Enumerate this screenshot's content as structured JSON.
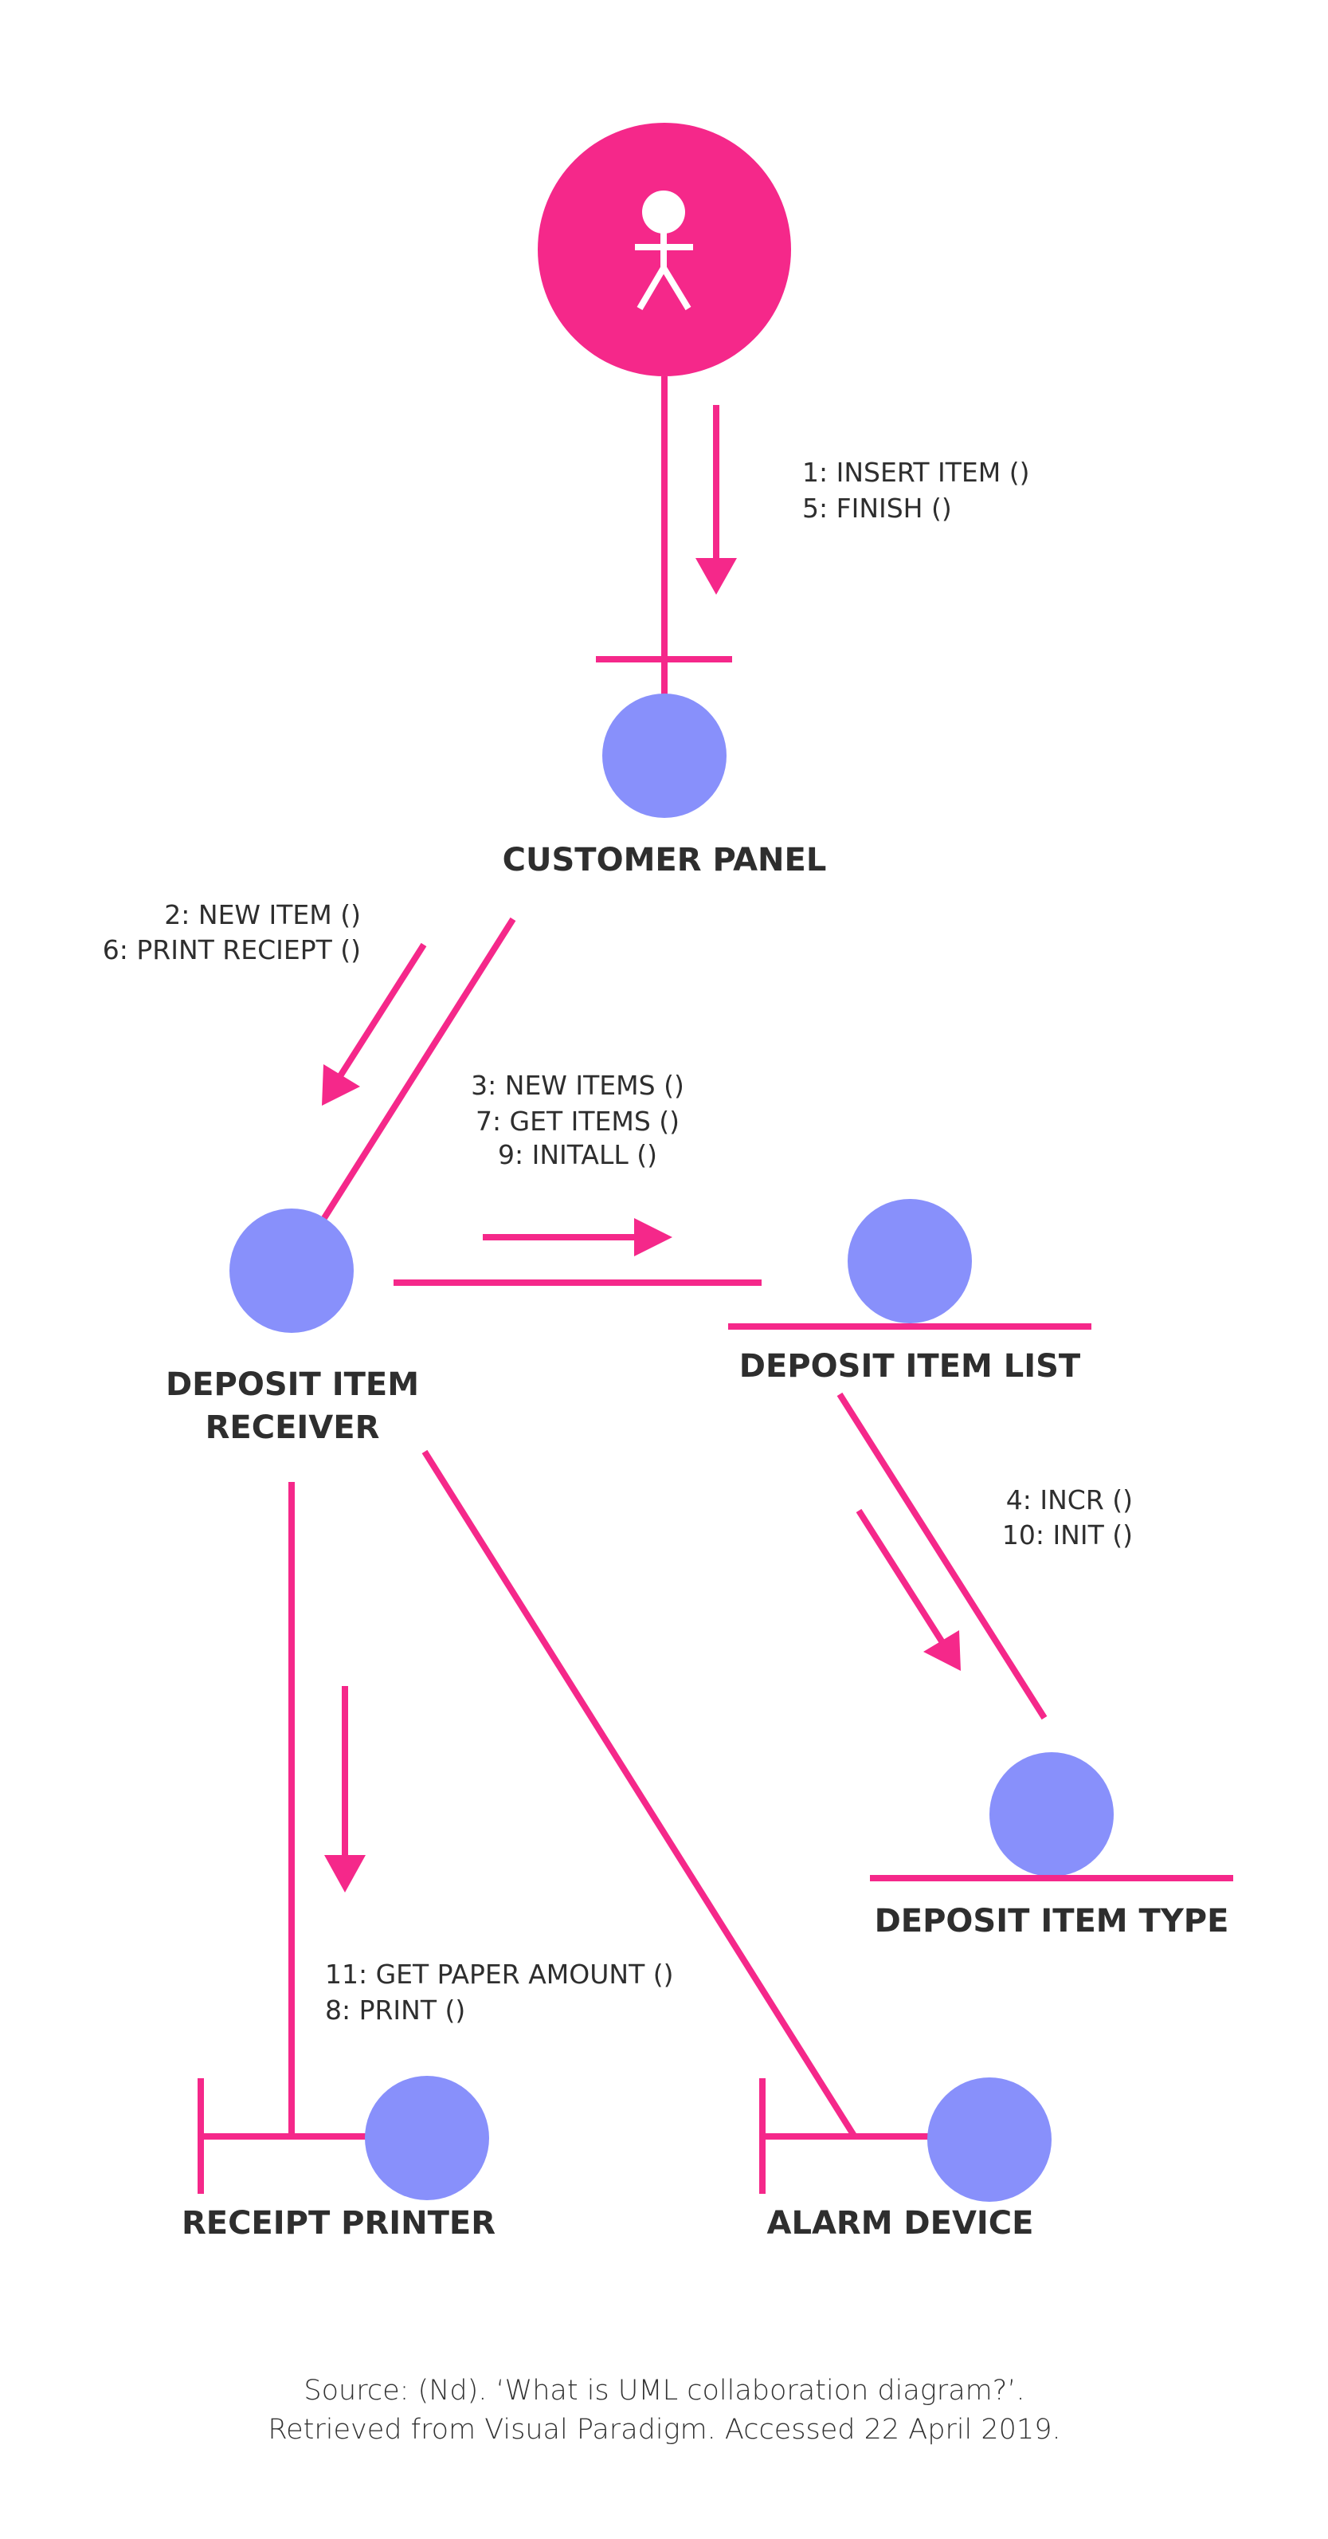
{
  "diagram": {
    "type": "UML collaboration diagram",
    "colors": {
      "link": "#f5288a",
      "actor": "#f5288a",
      "object": "#8890fb",
      "text": "#2e2e2e"
    },
    "actor": {
      "icon": "stick-figure-icon"
    },
    "objects": {
      "customer_panel": "CUSTOMER PANEL",
      "deposit_item_receiver": [
        "DEPOSIT ITEM",
        "RECEIVER"
      ],
      "deposit_item_list": "DEPOSIT ITEM LIST",
      "deposit_item_type": "DEPOSIT ITEM TYPE",
      "receipt_printer": "RECEIPT PRINTER",
      "alarm_device": "ALARM DEVICE"
    },
    "messages": {
      "actor_to_panel": [
        "1: INSERT ITEM ()",
        "5: FINISH ()"
      ],
      "panel_to_receiver": [
        "2: NEW ITEM ()",
        "6: PRINT RECIEPT ()"
      ],
      "receiver_to_list": [
        "3: NEW ITEMS ()",
        "7: GET ITEMS ()",
        "9: INITALL ()"
      ],
      "list_to_type": [
        "4: INCR ()",
        "10: INIT ()"
      ],
      "receiver_to_printer": [
        "11: GET PAPER AMOUNT ()",
        "8: PRINT ()"
      ]
    }
  },
  "source": {
    "line1": "Source: (Nd). ‘What is UML collaboration diagram?’.",
    "line2": "Retrieved from Visual Paradigm. Accessed 22 April 2019."
  }
}
